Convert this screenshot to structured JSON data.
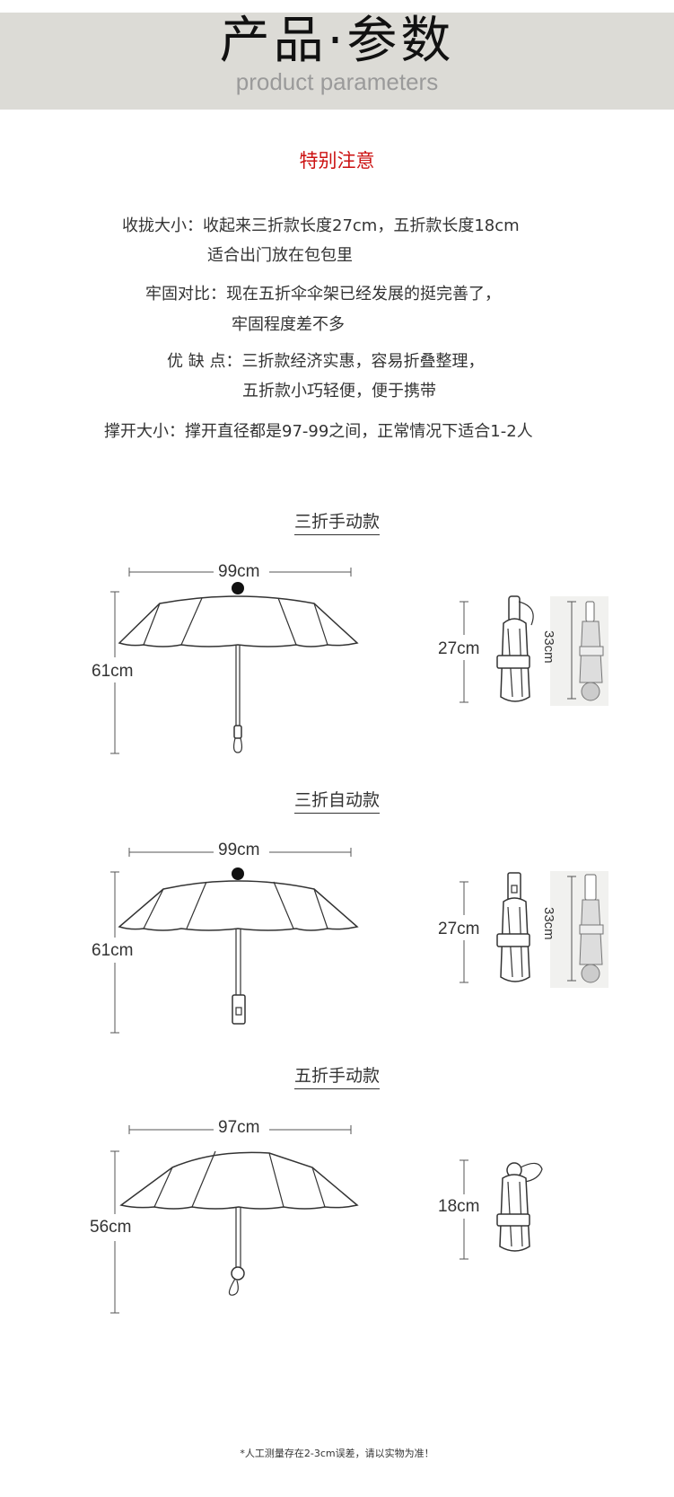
{
  "header": {
    "title": "产品·参数",
    "subtitle": "product parameters"
  },
  "notice": "特别注意",
  "specs": [
    {
      "label": "收拢大小：",
      "line1": "收起来三折款长度27cm，五折款长度18cm",
      "line2": "适合出门放在包包里"
    },
    {
      "label": "牢固对比：",
      "line1": "现在五折伞伞架已经发展的挺完善了，",
      "line2": "牢固程度差不多"
    },
    {
      "label": "优 缺 点：",
      "line1": "三折款经济实惠，容易折叠整理，",
      "line2": "五折款小巧轻便，便于携带"
    },
    {
      "label": "撑开大小：",
      "line1": "撑开直径都是97-99之间，正常情况下适合1-2人"
    }
  ],
  "sections": [
    {
      "title": "三折手动款",
      "width": "99cm",
      "height_num": "61",
      "height_unit": "cm",
      "folded": "27cm",
      "photo_height": "33cm"
    },
    {
      "title": "三折自动款",
      "width": "99cm",
      "height_num": "61",
      "height_unit": "cm",
      "folded": "27cm",
      "photo_height": "33cm"
    },
    {
      "title": "五折手动款",
      "width": "97cm",
      "height": "56cm",
      "folded": "18cm"
    }
  ],
  "footnote": "*人工测量存在2-3cm误差，请以实物为准！",
  "colors": {
    "header_bg": "#dcdbd6",
    "notice": "#cc1111",
    "text": "#333333"
  }
}
